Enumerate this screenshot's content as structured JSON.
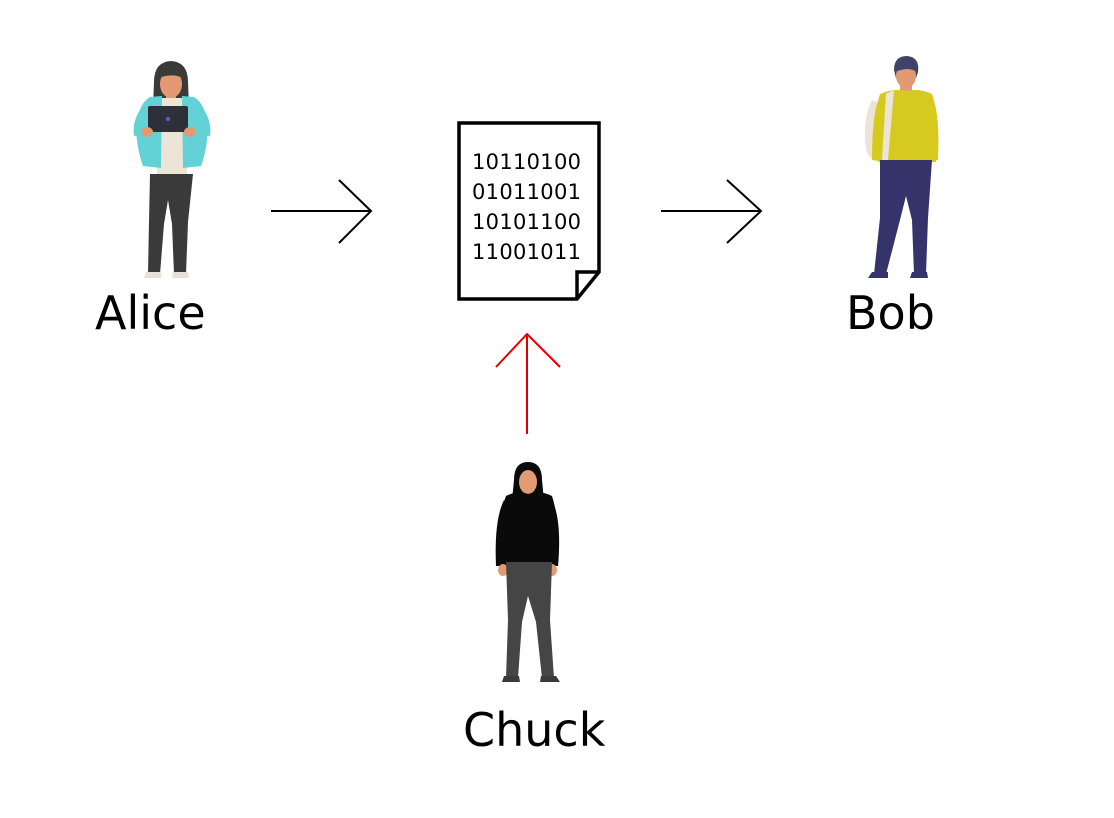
{
  "people": {
    "alice": {
      "name": "Alice",
      "colors": {
        "hair": "#3a3a3a",
        "skin": "#e39a72",
        "jacket": "#62d2d6",
        "shirt": "#ece4d6",
        "pants": "#3a3a3a",
        "device": "#2f2f3a"
      }
    },
    "bob": {
      "name": "Bob",
      "colors": {
        "hair": "#3d4468",
        "skin": "#e39a72",
        "sweater": "#d7ca1f",
        "pants": "#34346a",
        "bag": "#ece4d6"
      }
    },
    "chuck": {
      "name": "Chuck",
      "colors": {
        "hoodie": "#0a0a0a",
        "skin": "#e39a72",
        "pants": "#454545"
      }
    }
  },
  "message": {
    "icon": "binary-document-icon",
    "lines": [
      "10110100",
      "01011001",
      "10101100",
      "11001011"
    ]
  },
  "arrows": {
    "alice_to_message": {
      "color": "#000000"
    },
    "message_to_bob": {
      "color": "#000000"
    },
    "chuck_to_message": {
      "color": "#e10000"
    }
  }
}
